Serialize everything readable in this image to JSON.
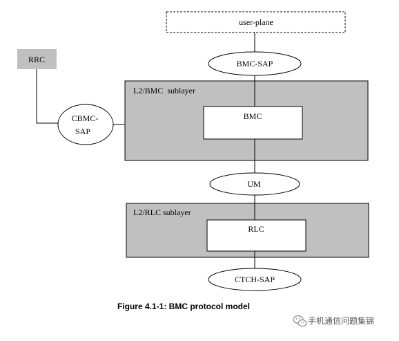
{
  "diagram": {
    "user_plane": "user-plane",
    "bmc_sap": "BMC-SAP",
    "rrc": "RRC",
    "l2_bmc_sublayer": "L2/BMC  sublayer",
    "bmc": "BMC",
    "cbmc_sap_line1": "CBMC-",
    "cbmc_sap_line2": "SAP",
    "um": "UM",
    "l2_rlc_sublayer": "L2/RLC sublayer",
    "rlc": "RLC",
    "ctch_sap": "CTCH-SAP"
  },
  "caption": "Figure 4.1-1: BMC protocol model",
  "watermark": {
    "text": "手机通信问题集锦",
    "icon": "wechat-icon"
  },
  "colors": {
    "sublayer_fill": "#c0c0c0",
    "rrc_fill": "#c0c0c0",
    "line": "#000000",
    "watermark_text": "#555555"
  }
}
